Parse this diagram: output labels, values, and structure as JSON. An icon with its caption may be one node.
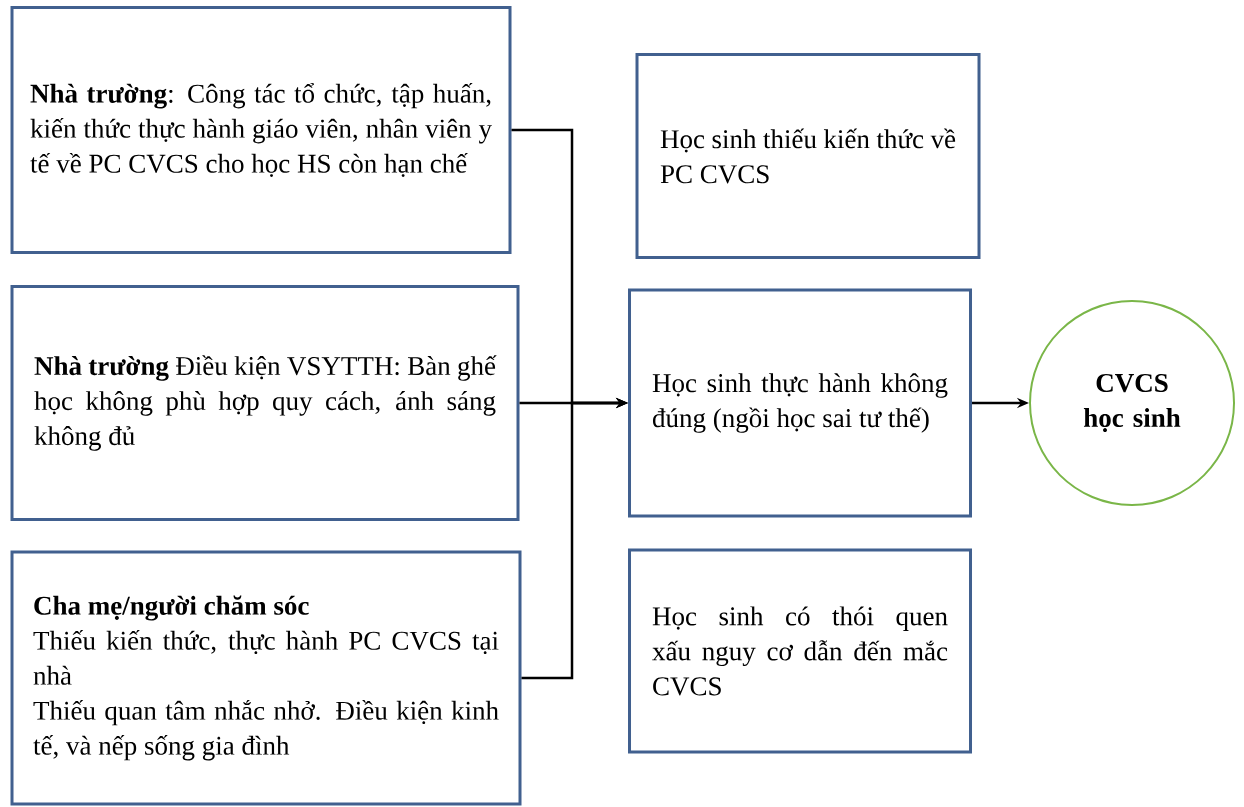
{
  "diagram": {
    "nodes": [
      {
        "text": [
          "**Nhà trường**: Công tác tổ chức, tập huấn, kiến thức thực hành giáo viên, nhân viên y tế về PC CVCS cho học HS còn hạn chế"
        ]
      },
      {
        "text": [
          "**Nhà trường** Điều kiện VSYTTH: Bàn ghế học không phù hợp quy cách, ánh sáng không đủ"
        ]
      },
      {
        "text": [
          "Cha mẹ/người chăm sóc",
          "Thiếu kiến thức, thực hành PC CVCS tại nhà",
          "Thiếu quan tâm nhắc nhở. Điều kiện kinh tế, và nếp sống gia đình"
        ]
      },
      {
        "text": [
          "Học sinh thiếu kiến thức về PC CVCS"
        ]
      },
      {
        "text": [
          "Học sinh thực hành không đúng (ngồi học sai tư thế)"
        ]
      },
      {
        "text": [
          "Học sinh có thói quen xấu nguy cơ dẫn đến mắc CVCS"
        ]
      },
      {
        "text": [
          "CVCS học sinh"
        ]
      }
    ],
    "edges": [
      {
        "from": 0,
        "to": 4,
        "arrow": "to"
      },
      {
        "from": 1,
        "to": 4,
        "arrow": "to"
      },
      {
        "from": 2,
        "to": 4,
        "arrow": "to"
      },
      {
        "from": 4,
        "to": 6,
        "arrow": "to"
      }
    ]
  }
}
